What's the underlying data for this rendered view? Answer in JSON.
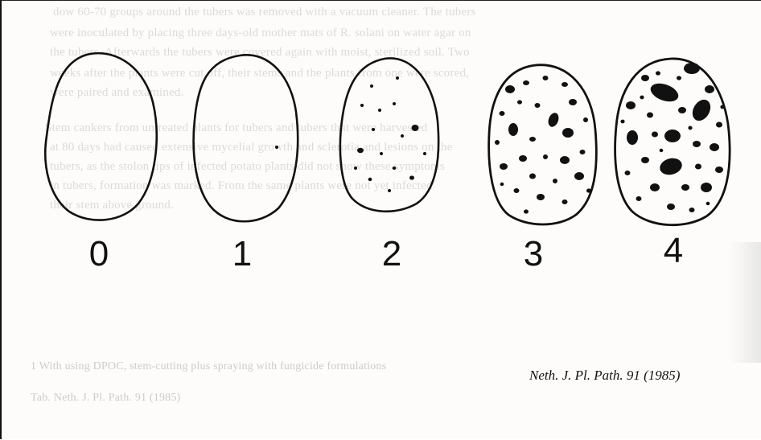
{
  "background_text": [
    "dow 60-70 groups around the tubers was removed with a vacuum cleaner. The tubers",
    "were inoculated by placing three days-old mother mats of R. solani on water agar on",
    "the tubers. Afterwards the tubers were covered again with moist, sterilized soil. Two",
    "weeks after the plants were cut off, their stems and the plants from one were scored,",
    "were paired and examined.",
    "Stem cankers from untreated plants for tubers and tubers that were harvested",
    "at 80 days had caused extensive mycelial growth and sclerotia and lesions on the",
    "tubers, as the stolon tips of infected potato plants did not show these symptoms",
    "in tubers, formation was marked. From the same plants were not yet infected",
    "their stem above ground."
  ],
  "footer_background_text": [
    "1      With using DPOC, stem-cutting plus spraying with fungicide formulations",
    "Tab.                                                                          Neth. J. Pl. Path. 91 (1985)"
  ],
  "scale": [
    {
      "label": "0",
      "severity": 0
    },
    {
      "label": "1",
      "severity": 1
    },
    {
      "label": "2",
      "severity": 2
    },
    {
      "label": "3",
      "severity": 3
    },
    {
      "label": "4",
      "severity": 4
    }
  ],
  "citation": "Neth. J. Pl. Path. 91 (1985)",
  "colors": {
    "ink": "#111111",
    "paper": "#fdfcfa",
    "bleed_text": "#9a9893"
  }
}
